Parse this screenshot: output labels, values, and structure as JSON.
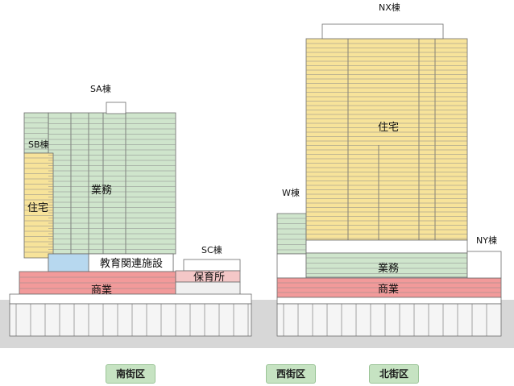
{
  "colors": {
    "residential": "#f7e39a",
    "office": "#cfe5cc",
    "education": "#b7d8ef",
    "commercial": "#f29a9a",
    "nursery": "#f4c7c7",
    "ground": "#d7d7d7",
    "outline": "#6b6b6b",
    "lines": "#8a8a8a",
    "button": "#c6e3c2"
  },
  "labels": {
    "sa": "SA棟",
    "sb": "SB棟",
    "sc": "SC棟",
    "nx": "NX棟",
    "w": "W棟",
    "ny": "NY棟",
    "south_residential": "住宅",
    "south_office": "業務",
    "education": "教育関連施設",
    "south_commercial": "商業",
    "nursery": "保育所",
    "north_residential": "住宅",
    "north_office": "業務",
    "north_commercial": "商業"
  },
  "districts": {
    "south": "南街区",
    "west": "西街区",
    "north": "北街区"
  }
}
